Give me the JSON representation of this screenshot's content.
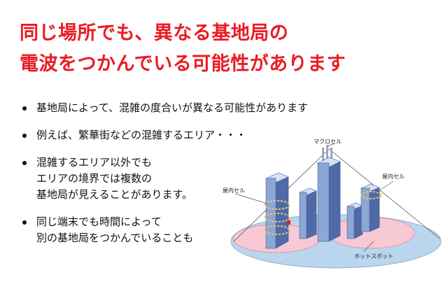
{
  "title": {
    "line1": "同じ場所でも、異なる基地局の",
    "line2": "電波をつかんでいる可能性があります"
  },
  "bullets": [
    {
      "lines": [
        "基地局によって、混雑の度合いが異なる可能性があります"
      ]
    },
    {
      "lines": [
        "例えば、繁華街などの混雑するエリア・・・"
      ]
    },
    {
      "lines": [
        "混雑するエリア以外でも",
        "エリアの境界では複数の",
        "基地局が見えることがあります。"
      ]
    },
    {
      "lines": [
        "同じ端末でも時間によって",
        "別の基地局をつかんでいることも"
      ]
    }
  ],
  "diagram": {
    "macro_cell_label": "マクロセル",
    "indoor_cell_left_label": "屋内セル",
    "indoor_cell_right_label": "屋内セル",
    "hotspot_label": "ホットスポット"
  },
  "colors": {
    "title": "#ea1c24",
    "coverage_fill": "#b9d6ee",
    "hotspot_fill": "#f6c9d4",
    "building_front": "#8ca6d6",
    "building_side": "#4e6ba8",
    "building_top": "#d6e2f4"
  }
}
